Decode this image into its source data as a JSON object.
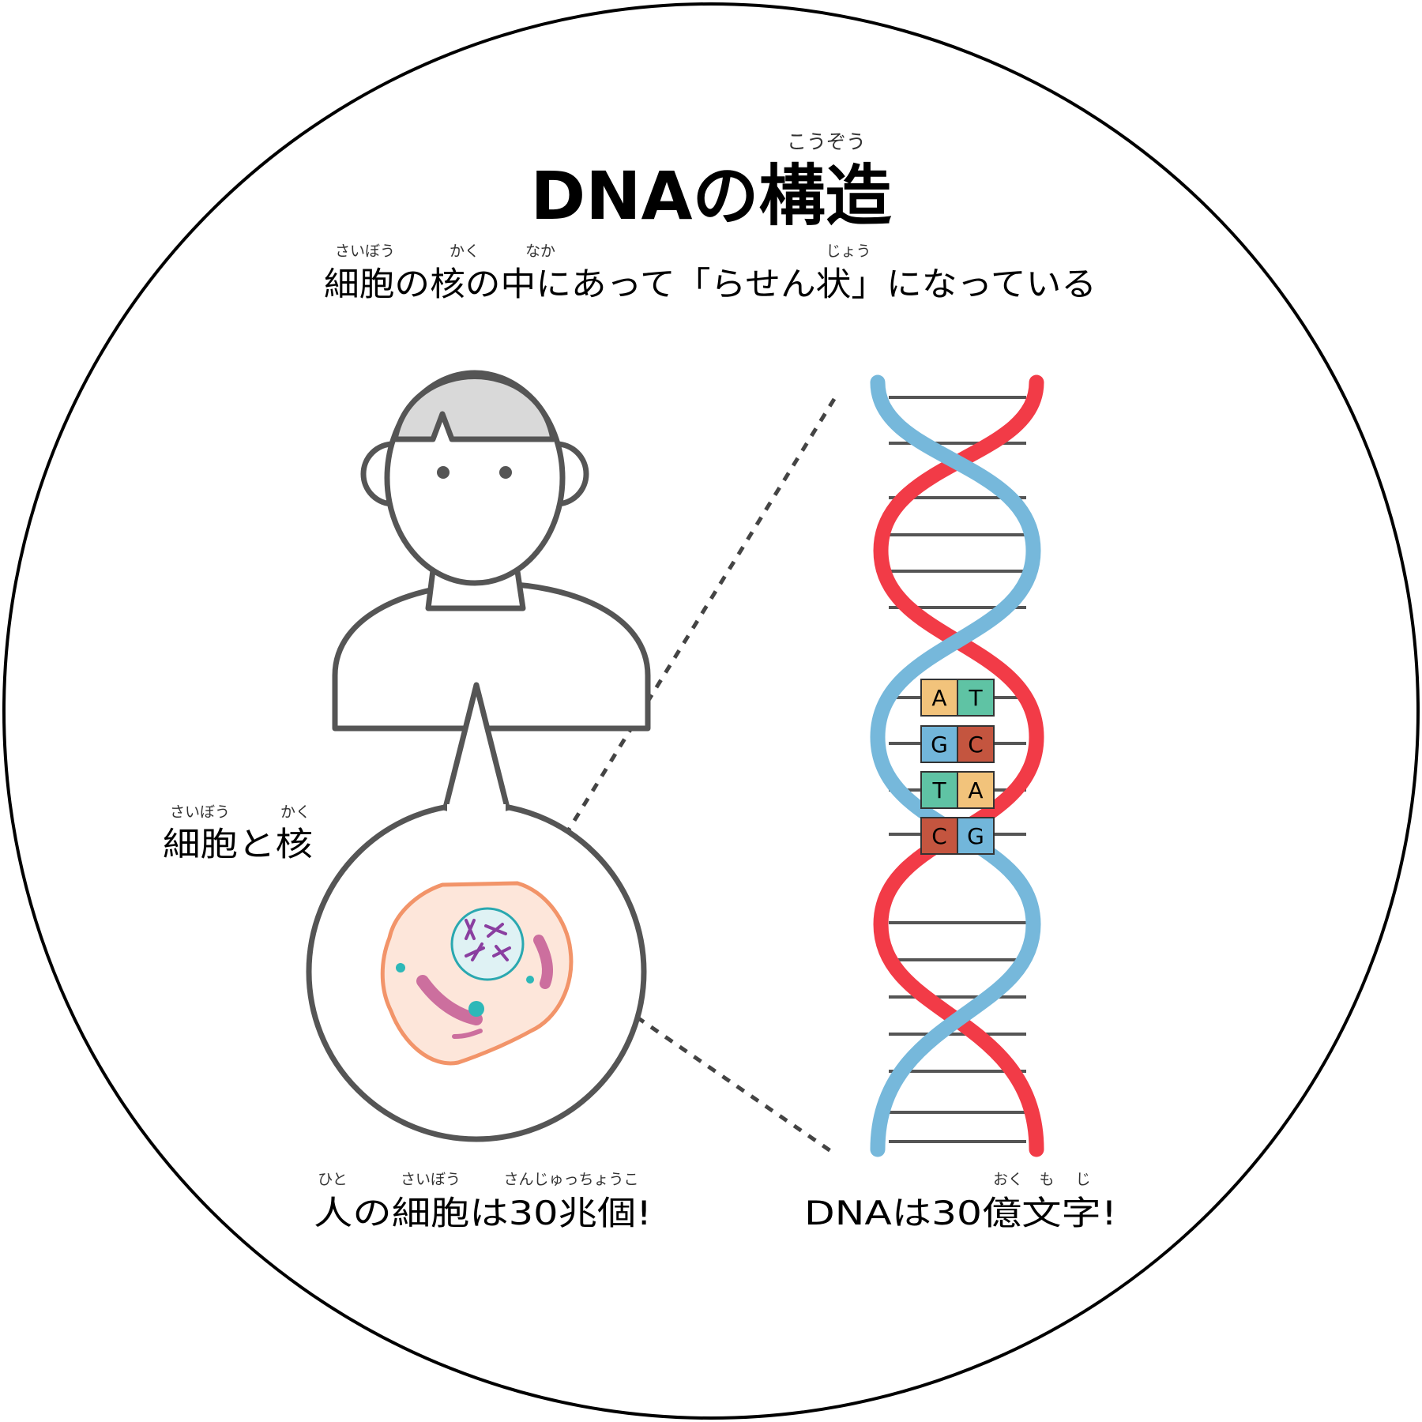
{
  "title": {
    "text": "DNAの構造",
    "ruby": "こうぞう"
  },
  "subtitle": {
    "text": "細胞の核の中にあって「らせん状」になっている",
    "ruby_saibou": "さいぼう",
    "ruby_kaku": "かく",
    "ruby_naka": "なか",
    "ruby_jou": "じょう"
  },
  "cell_label": {
    "text": "細胞と核",
    "ruby_saibou": "さいぼう",
    "ruby_kaku": "かく"
  },
  "human_cells": {
    "text": "人の細胞は30兆個!",
    "ruby_hito": "ひと",
    "ruby_saibou": "さいぼう",
    "ruby_chou": "さんじゅっちょうこ"
  },
  "dna_letters": {
    "text": "DNAは30億文字!",
    "ruby_oku": "おく",
    "ruby_mo": "も",
    "ruby_ji": "じ"
  },
  "base_pairs": [
    {
      "left": "A",
      "right": "T",
      "left_color": "#f2c37b",
      "right_color": "#5fc3a4"
    },
    {
      "left": "G",
      "right": "C",
      "left_color": "#72b6da",
      "right_color": "#c4553f"
    },
    {
      "left": "T",
      "right": "A",
      "left_color": "#5fc3a4",
      "right_color": "#f2c37b"
    },
    {
      "left": "C",
      "right": "G",
      "left_color": "#c4553f",
      "right_color": "#72b6da"
    }
  ],
  "colors": {
    "strand_red": "#f23b47",
    "strand_blue": "#76b8db",
    "outline_gray": "#555555",
    "hair_gray": "#d9d9d9",
    "cell_fill": "#fde6da",
    "cell_border": "#f29469",
    "nucleus_border": "#2aa8b0",
    "chromosome": "#8a3fa0",
    "organelle_pink": "#cc6f9e",
    "organelle_teal": "#2db8b8"
  }
}
